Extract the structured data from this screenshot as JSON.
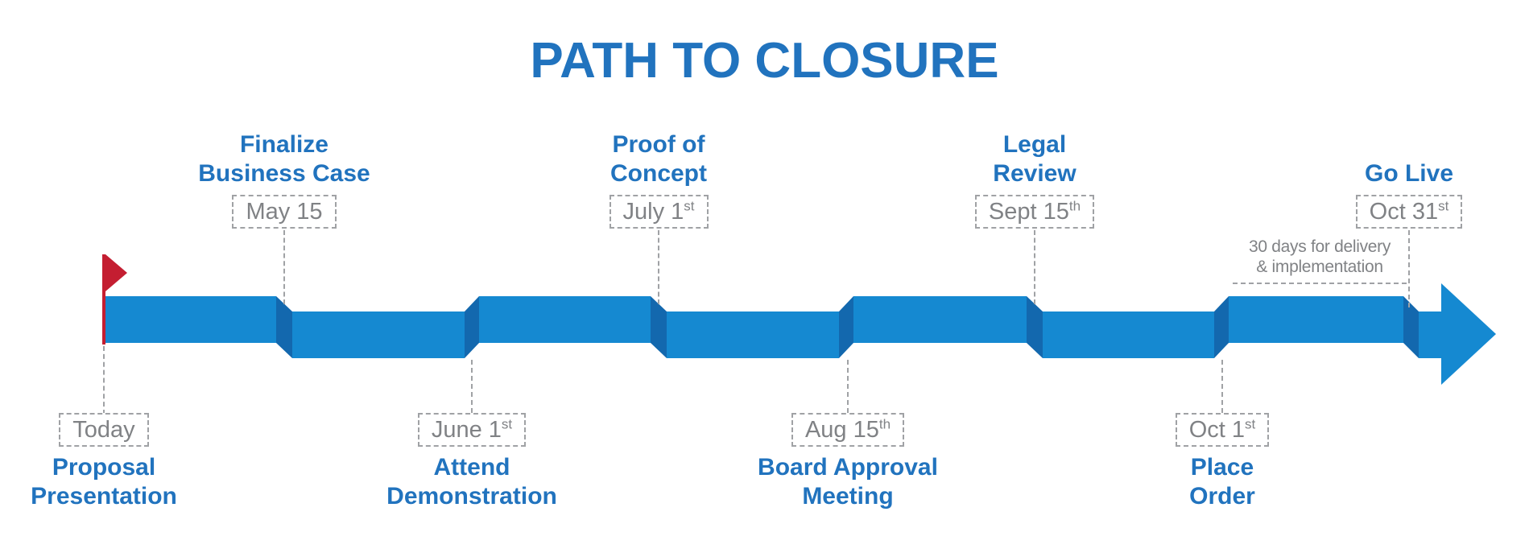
{
  "title": "PATH TO CLOSURE",
  "colors": {
    "accent": "#2173BE",
    "ribbon": "#1589D1",
    "fold": "#1368AE",
    "flag": "#C41E31",
    "gray": "#808285",
    "dash": "#A0A2A5"
  },
  "note": {
    "line1": "30 days for delivery",
    "line2": "& implementation"
  },
  "milestones": [
    {
      "id": "today",
      "position": "below",
      "date": "Today",
      "date_suffix": "",
      "label_lines": [
        "Proposal",
        "Presentation"
      ]
    },
    {
      "id": "may15",
      "position": "above",
      "date": "May 15",
      "date_suffix": "",
      "label_lines": [
        "Finalize",
        "Business Case"
      ]
    },
    {
      "id": "june1",
      "position": "below",
      "date": "June 1",
      "date_suffix": "st",
      "label_lines": [
        "Attend",
        "Demonstration"
      ]
    },
    {
      "id": "july1",
      "position": "above",
      "date": "July 1",
      "date_suffix": "st",
      "label_lines": [
        "Proof of",
        "Concept"
      ]
    },
    {
      "id": "aug15",
      "position": "below",
      "date": "Aug 15",
      "date_suffix": "th",
      "label_lines": [
        "Board Approval",
        "Meeting"
      ]
    },
    {
      "id": "sept15",
      "position": "above",
      "date": "Sept 15",
      "date_suffix": "th",
      "label_lines": [
        "Legal",
        "Review"
      ]
    },
    {
      "id": "oct1",
      "position": "below",
      "date": "Oct 1",
      "date_suffix": "st",
      "label_lines": [
        "Place",
        "Order"
      ]
    },
    {
      "id": "oct31",
      "position": "above",
      "date": "Oct 31",
      "date_suffix": "st",
      "label_lines": [
        "Go Live"
      ]
    }
  ]
}
